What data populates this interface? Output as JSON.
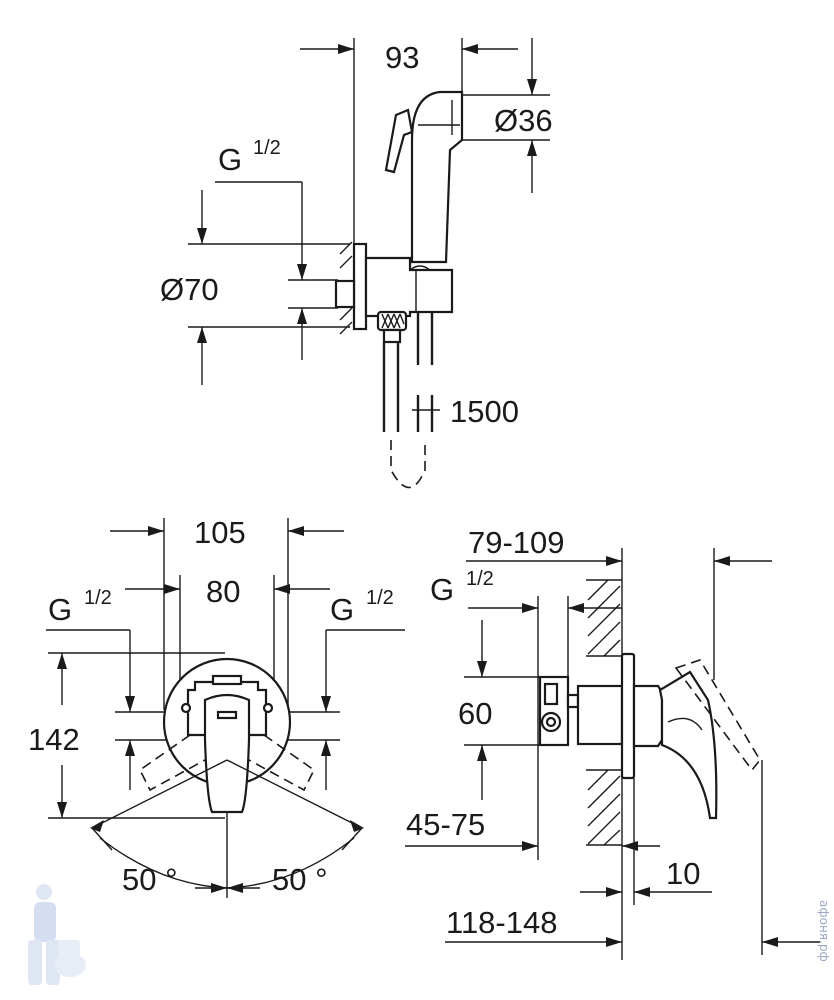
{
  "dimensions": {
    "top_width": "93",
    "hand_shower_diameter": "Ø36",
    "thread_top": "G",
    "thread_top_fraction": "1/2",
    "flange_diameter": "Ø70",
    "hose_length": "1500",
    "plate_width_outer": "105",
    "plate_width_inner": "80",
    "thread_left": "G",
    "thread_left_fraction": "1/2",
    "thread_right": "G",
    "thread_right_fraction": "1/2",
    "front_height": "142",
    "angle_left": "50 °",
    "angle_right": "50 °",
    "side_depth_range": "79-109",
    "thread_side": "G",
    "thread_side_fraction": "1/2",
    "side_height": "60",
    "install_depth": "45-75",
    "plate_thickness": "10",
    "total_depth": "118-148"
  },
  "watermark": {
    "text": "афоня.рф",
    "icon": "plumber-mascot-icon"
  }
}
